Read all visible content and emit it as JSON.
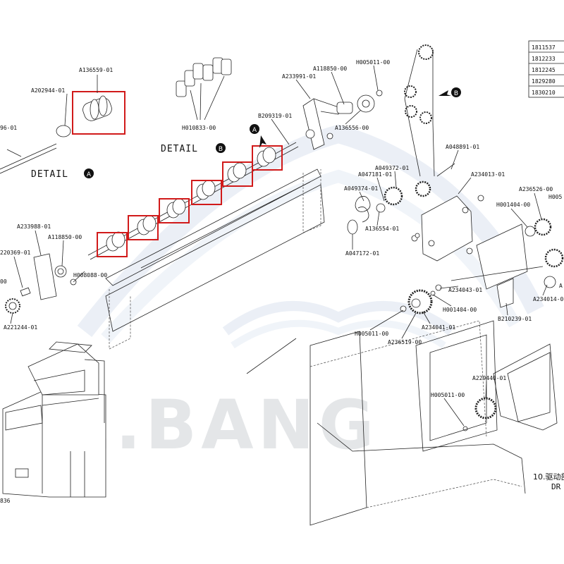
{
  "watermark": {
    "text": "E.BANG"
  },
  "details": [
    {
      "id": "detail-a",
      "label": "DETAIL",
      "marker": "A"
    },
    {
      "id": "detail-b",
      "label": "DETAIL",
      "marker": "B"
    }
  ],
  "markers": {
    "a": "A",
    "b": "B"
  },
  "part_labels": [
    {
      "id": "a136559",
      "text": "A136559-01"
    },
    {
      "id": "a202944",
      "text": "A202944-01"
    },
    {
      "id": "p96",
      "text": "96-01"
    },
    {
      "id": "h010833",
      "text": "H010833-00"
    },
    {
      "id": "a233991",
      "text": "A233991-01"
    },
    {
      "id": "a118850-top",
      "text": "A118850-00"
    },
    {
      "id": "h005011-top",
      "text": "H005011-00"
    },
    {
      "id": "b209319",
      "text": "B209319-01"
    },
    {
      "id": "a136556",
      "text": "A136556-00"
    },
    {
      "id": "a049372",
      "text": "A049372-01"
    },
    {
      "id": "a047181",
      "text": "A047181-01"
    },
    {
      "id": "a048891",
      "text": "A048891-01"
    },
    {
      "id": "a234013",
      "text": "A234013-01"
    },
    {
      "id": "a049374",
      "text": "A049374-01"
    },
    {
      "id": "a236526",
      "text": "A236526-00"
    },
    {
      "id": "h005-right",
      "text": "H005"
    },
    {
      "id": "h001404-top",
      "text": "H001404-00"
    },
    {
      "id": "a136554",
      "text": "A136554-01"
    },
    {
      "id": "a047172",
      "text": "A047172-01"
    },
    {
      "id": "a233988",
      "text": "A233988-01"
    },
    {
      "id": "a118850-left",
      "text": "A118850-00"
    },
    {
      "id": "p220369",
      "text": "220369-01"
    },
    {
      "id": "h008088",
      "text": "H008088-00"
    },
    {
      "id": "p00",
      "text": "00"
    },
    {
      "id": "a221244",
      "text": "A221244-01"
    },
    {
      "id": "a234043",
      "text": "A234043-01"
    },
    {
      "id": "a234014",
      "text": "A234014-0"
    },
    {
      "id": "a-right",
      "text": "A"
    },
    {
      "id": "h001404-bot",
      "text": "H001404-00"
    },
    {
      "id": "b210239",
      "text": "B210239-01"
    },
    {
      "id": "a234041",
      "text": "A234041-01"
    },
    {
      "id": "h005011-mid",
      "text": "H005011-00"
    },
    {
      "id": "a236519",
      "text": "A236519-00"
    },
    {
      "id": "a229440",
      "text": "A229440-01"
    },
    {
      "id": "h005011-bot",
      "text": "H005011-00"
    },
    {
      "id": "p836",
      "text": "836"
    }
  ],
  "table": {
    "rows": [
      "1811537",
      "1812233",
      "1812245",
      "1829280",
      "1830210"
    ]
  },
  "section_caption": {
    "line1": "10.驱动部",
    "line2": "DR"
  }
}
